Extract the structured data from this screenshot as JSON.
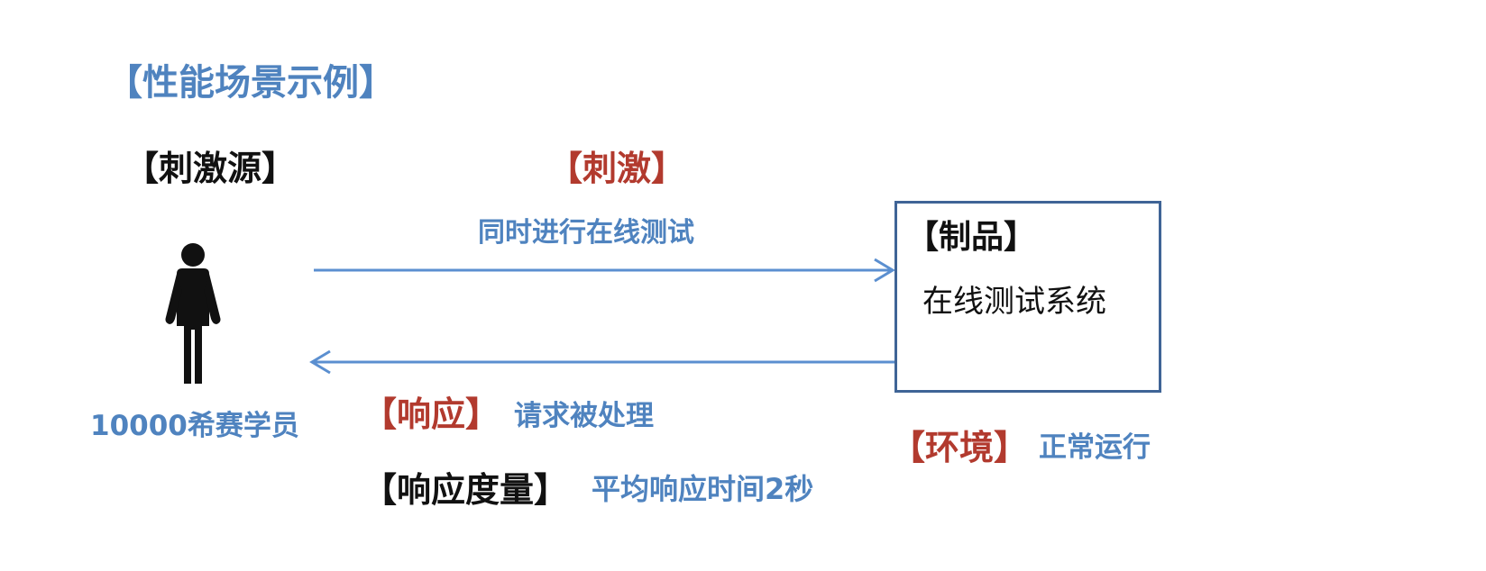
{
  "title": "【性能场景示例】",
  "source": {
    "label": "【刺激源】",
    "description": "10000希赛学员",
    "icon": "person-icon"
  },
  "stimulus": {
    "label": "【刺激】",
    "description": "同时进行在线测试"
  },
  "artifact": {
    "label": "【制品】",
    "description": "在线测试系统"
  },
  "response": {
    "label": "【响应】",
    "description": "请求被处理"
  },
  "response_measure": {
    "label": "【响应度量】",
    "description": "平均响应时间2秒"
  },
  "environment": {
    "label": "【环境】",
    "description": "正常运行"
  },
  "colors": {
    "blue_text": "#4f83bf",
    "red_label": "#b23a2e",
    "black_text": "#111111",
    "arrow": "#5b8fd0",
    "box_border": "#3f6496"
  }
}
